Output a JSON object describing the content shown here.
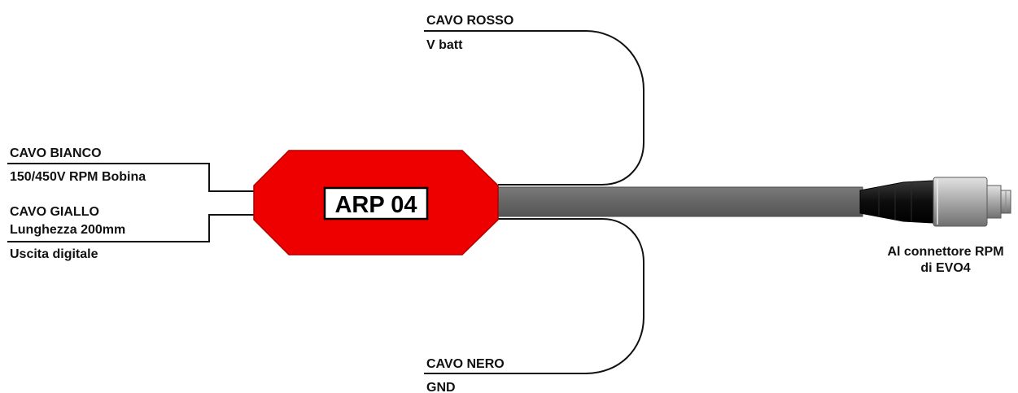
{
  "module": {
    "label": "ARP 04",
    "body_color": "#ee0000"
  },
  "wires": {
    "rosso": {
      "name": "CAVO ROSSO",
      "function": "V batt"
    },
    "bianco": {
      "name": "CAVO BIANCO",
      "function": "150/450V RPM Bobina"
    },
    "giallo": {
      "name": "CAVO GIALLO",
      "length": "Lunghezza 200mm",
      "function": "Uscita digitale"
    },
    "nero": {
      "name": "CAVO NERO",
      "function": "GND"
    }
  },
  "connector": {
    "line1": "Al connettore RPM",
    "line2": "di EVO4"
  },
  "colors": {
    "cable": "#666666",
    "connector_boot": "#111111",
    "connector_metal": "#a8a8a8"
  }
}
